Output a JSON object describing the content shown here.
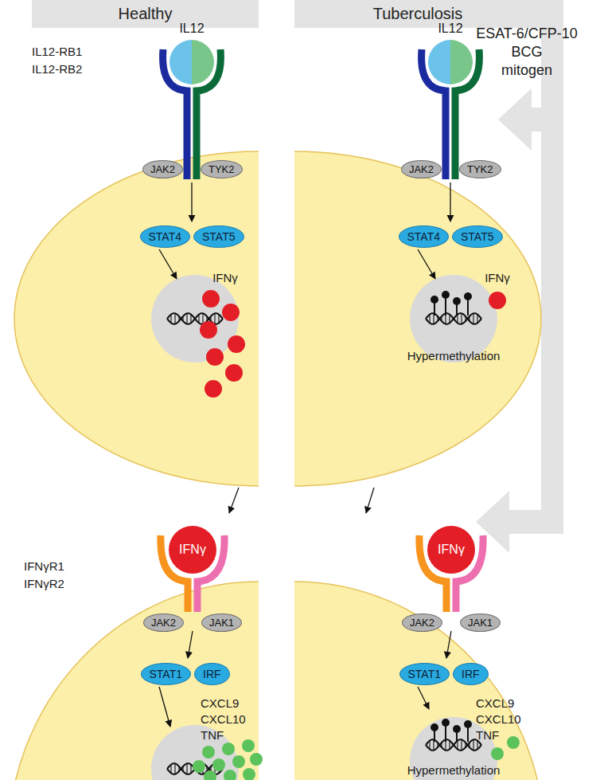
{
  "diagram": {
    "nodes": [
      {
        "text": [
          "Healthy"
        ]
      },
      {
        "text": [
          "Tuberculosis"
        ]
      },
      {
        "text": [
          "JAK2"
        ]
      },
      {
        "text": [
          "TYK2"
        ]
      },
      {
        "text": [
          "STAT4"
        ]
      },
      {
        "text": [
          "STAT5"
        ]
      },
      {
        "text": [
          "JAK2"
        ]
      },
      {
        "text": [
          "TYK2"
        ]
      },
      {
        "text": [
          "STAT4"
        ]
      },
      {
        "text": [
          "STAT5"
        ]
      },
      {
        "text": [
          "IFNγ"
        ]
      },
      {
        "text": [
          "IFNγ"
        ]
      },
      {
        "text": [
          "JAK2"
        ]
      },
      {
        "text": [
          "JAK1"
        ]
      },
      {
        "text": [
          "STAT1"
        ]
      },
      {
        "text": [
          "IRF"
        ]
      },
      {
        "text": [
          "JAK2"
        ]
      },
      {
        "text": [
          "JAK1"
        ]
      },
      {
        "text": [
          "STAT1"
        ]
      },
      {
        "text": [
          "IRF"
        ]
      }
    ],
    "labels": [
      "ESAT-6/CFP-10",
      "BCG",
      "mitogen",
      "IL12",
      "IL12-RB1",
      "IL12-RB2",
      "IL12",
      "IFNγ",
      "IFNγ",
      "Hypermethylation",
      "IFNγR1",
      "IFNγR2",
      "CXCL9",
      "CXCL10",
      "TNF",
      "Hypermethylation",
      "CXCL9",
      "CXCL10",
      "TNF"
    ]
  }
}
